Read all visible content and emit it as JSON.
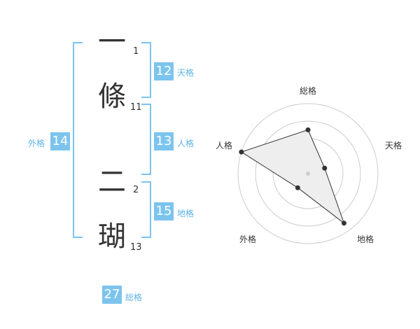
{
  "name": {
    "chars": [
      {
        "char": "一",
        "strokes": "1"
      },
      {
        "char": "條",
        "strokes": "11"
      },
      {
        "char": "二",
        "strokes": "2"
      },
      {
        "char": "瑚",
        "strokes": "13"
      }
    ]
  },
  "fortune": {
    "tenkaku": {
      "value": "12",
      "label": "天格"
    },
    "jinkaku": {
      "value": "13",
      "label": "人格"
    },
    "chikaku": {
      "value": "15",
      "label": "地格"
    },
    "gaikaku": {
      "value": "14",
      "label": "外格"
    },
    "soukaku": {
      "value": "27",
      "label": "総格"
    }
  },
  "chart_data": {
    "type": "radar",
    "axes": [
      "総格",
      "天格",
      "地格",
      "外格",
      "人格"
    ],
    "values": [
      2.5,
      1,
      3.5,
      1,
      4
    ],
    "rmax": 4,
    "rings": 4,
    "colors": {
      "fill": "#eeeeee",
      "line": "#333333",
      "ring": "#cccccc"
    }
  }
}
